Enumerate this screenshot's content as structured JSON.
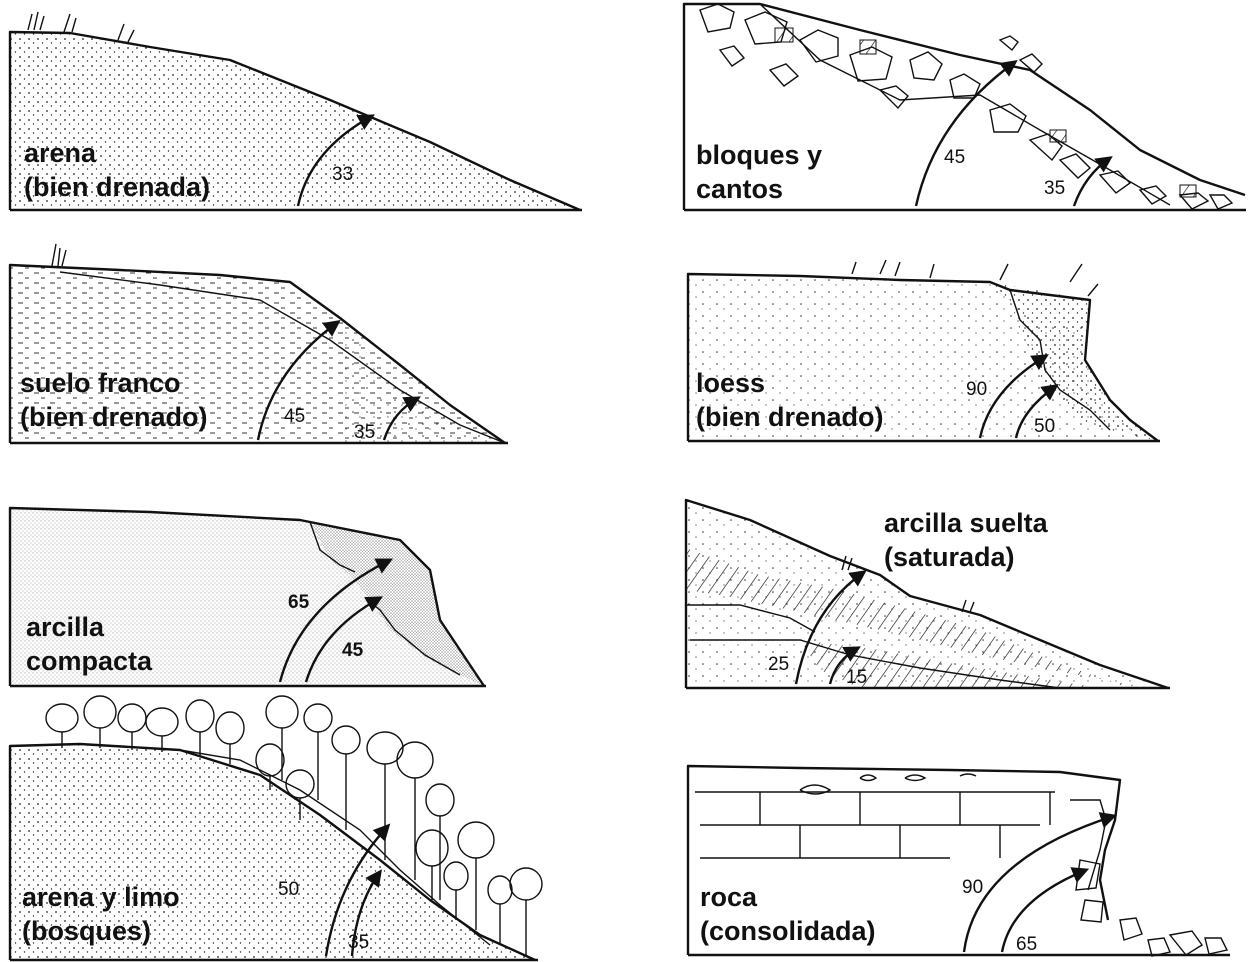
{
  "panels": [
    {
      "id": "arena",
      "label_lines": [
        "arena",
        "(bien drenada)"
      ],
      "angles": [
        "33"
      ]
    },
    {
      "id": "bloques",
      "label_lines": [
        "bloques y",
        "cantos"
      ],
      "angles": [
        "45",
        "35"
      ]
    },
    {
      "id": "suelo",
      "label_lines": [
        "suelo franco",
        "(bien drenado)"
      ],
      "angles": [
        "45",
        "35"
      ]
    },
    {
      "id": "loess",
      "label_lines": [
        "loess",
        "(bien drenado)"
      ],
      "angles": [
        "90",
        "50"
      ]
    },
    {
      "id": "arcilla-compacta",
      "label_lines": [
        "arcilla",
        "compacta"
      ],
      "angles": [
        "65",
        "45"
      ]
    },
    {
      "id": "arcilla-suelta",
      "label_lines": [
        "arcilla suelta",
        "(saturada)"
      ],
      "angles": [
        "25",
        "15"
      ]
    },
    {
      "id": "arena-limo",
      "label_lines": [
        "arena y limo",
        "(bosques)"
      ],
      "angles": [
        "50",
        "35"
      ]
    },
    {
      "id": "roca",
      "label_lines": [
        "roca",
        "(consolidada)"
      ],
      "angles": [
        "90",
        "65"
      ]
    }
  ]
}
